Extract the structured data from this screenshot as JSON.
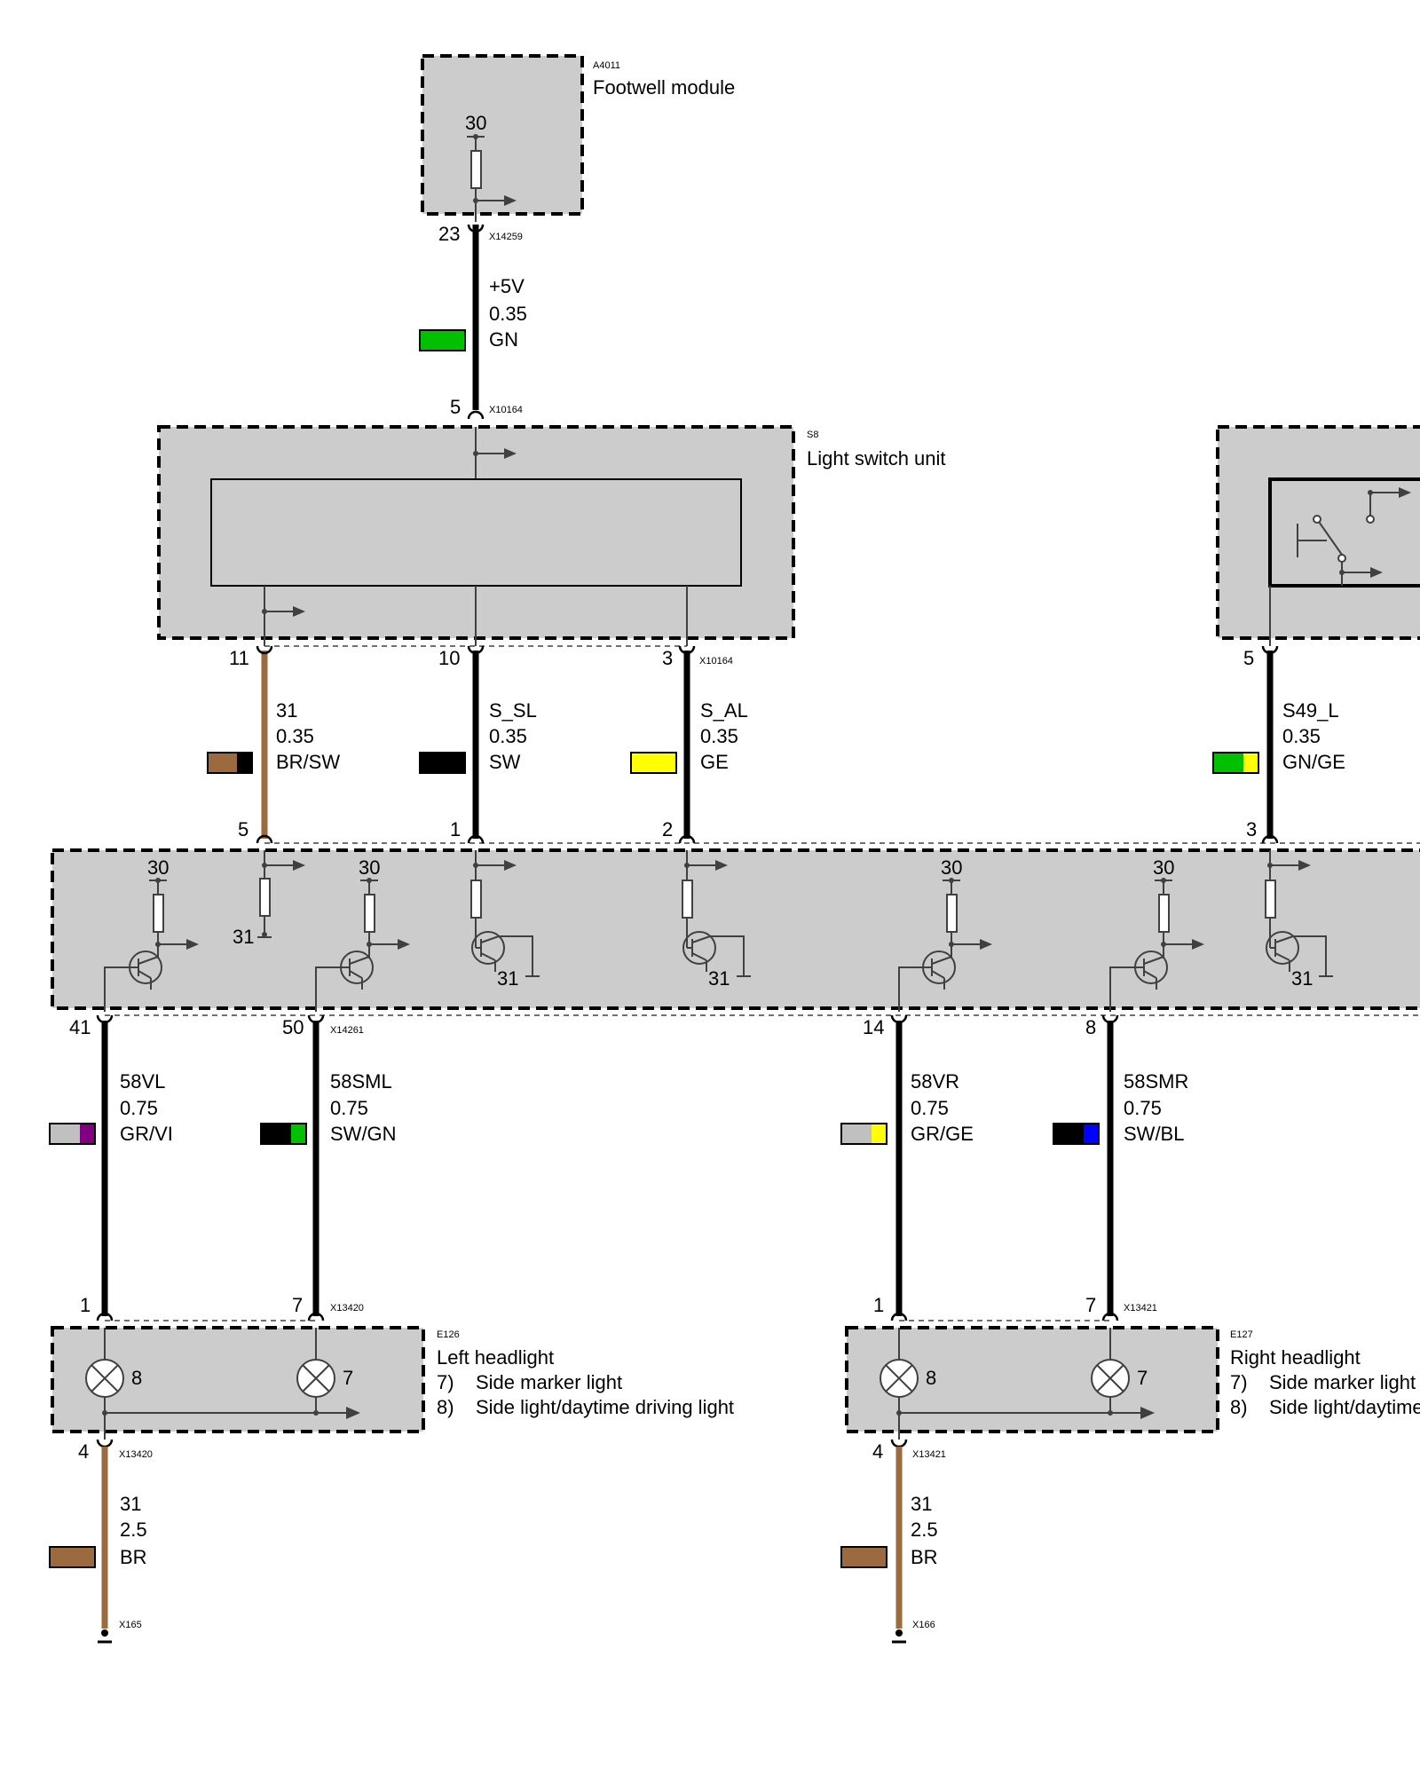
{
  "modules": {
    "footwell": {
      "code": "A4011",
      "name": "Footwell module",
      "pin": "30",
      "conn_pin": "23",
      "connector": "X14259"
    },
    "light_switch": {
      "code": "S8",
      "name": "Light switch unit",
      "top_pin": "5",
      "top_connector": "X10164",
      "bottom_pins": [
        "11",
        "10",
        "3"
      ],
      "bottom_connector": "X10164",
      "right_pin": "5"
    },
    "center_unit": {
      "top_pins": [
        "5",
        "1",
        "2",
        "3"
      ],
      "internal_labels": {
        "supply": "30",
        "ground": "31"
      },
      "bottom_pins": [
        "41",
        "50",
        "14",
        "8"
      ],
      "bottom_connector": "X14261"
    },
    "left_headlight": {
      "code": "E126",
      "name": "Left headlight",
      "legend": [
        {
          "num": "7)",
          "text": "Side marker light"
        },
        {
          "num": "8)",
          "text": "Side light/daytime driving light"
        }
      ],
      "top_pins": [
        "1",
        "7"
      ],
      "connector": "X13420",
      "bottom_pin": "4",
      "bottom_connector": "X13420",
      "lamp_labels": [
        "8",
        "7"
      ]
    },
    "right_headlight": {
      "code": "E127",
      "name": "Right headlight",
      "legend": [
        {
          "num": "7)",
          "text": "Side marker light"
        },
        {
          "num": "8)",
          "text": "Side light/daytime driving light"
        }
      ],
      "top_pins": [
        "1",
        "7"
      ],
      "connector": "X13421",
      "bottom_pin": "4",
      "bottom_connector": "X13421",
      "lamp_labels": [
        "8",
        "7"
      ]
    }
  },
  "wires": [
    {
      "id": "w-5v",
      "signal": "+5V",
      "size": "0.35",
      "color": "GN",
      "swatch": [
        "#00c000"
      ]
    },
    {
      "id": "w-31a",
      "signal": "31",
      "size": "0.35",
      "color": "BR/SW",
      "swatch": [
        "#9b6a3e",
        "#000000"
      ]
    },
    {
      "id": "w-ssl",
      "signal": "S_SL",
      "size": "0.35",
      "color": "SW",
      "swatch": [
        "#000000"
      ]
    },
    {
      "id": "w-sal",
      "signal": "S_AL",
      "size": "0.35",
      "color": "GE",
      "swatch": [
        "#ffff00"
      ]
    },
    {
      "id": "w-s49",
      "signal": "S49_L",
      "size": "0.35",
      "color": "GN/GE",
      "swatch": [
        "#00c000",
        "#ffff00"
      ]
    },
    {
      "id": "w-58vl",
      "signal": "58VL",
      "size": "0.75",
      "color": "GR/VI",
      "swatch": [
        "#c0c0c0",
        "#800080"
      ]
    },
    {
      "id": "w-58sml",
      "signal": "58SML",
      "size": "0.75",
      "color": "SW/GN",
      "swatch": [
        "#000000",
        "#00c000"
      ]
    },
    {
      "id": "w-58vr",
      "signal": "58VR",
      "size": "0.75",
      "color": "GR/GE",
      "swatch": [
        "#c0c0c0",
        "#ffff00"
      ]
    },
    {
      "id": "w-58smr",
      "signal": "58SMR",
      "size": "0.75",
      "color": "SW/BL",
      "swatch": [
        "#000000",
        "#0000ff"
      ]
    },
    {
      "id": "w-gl",
      "signal": "31",
      "size": "2.5",
      "color": "BR",
      "swatch": [
        "#9b6a3e"
      ]
    },
    {
      "id": "w-gr",
      "signal": "31",
      "size": "2.5",
      "color": "BR",
      "swatch": [
        "#9b6a3e"
      ]
    }
  ],
  "grounds": {
    "left": "X165",
    "right": "X166"
  },
  "connectors": {
    "lsu_top_right": "X10164"
  }
}
